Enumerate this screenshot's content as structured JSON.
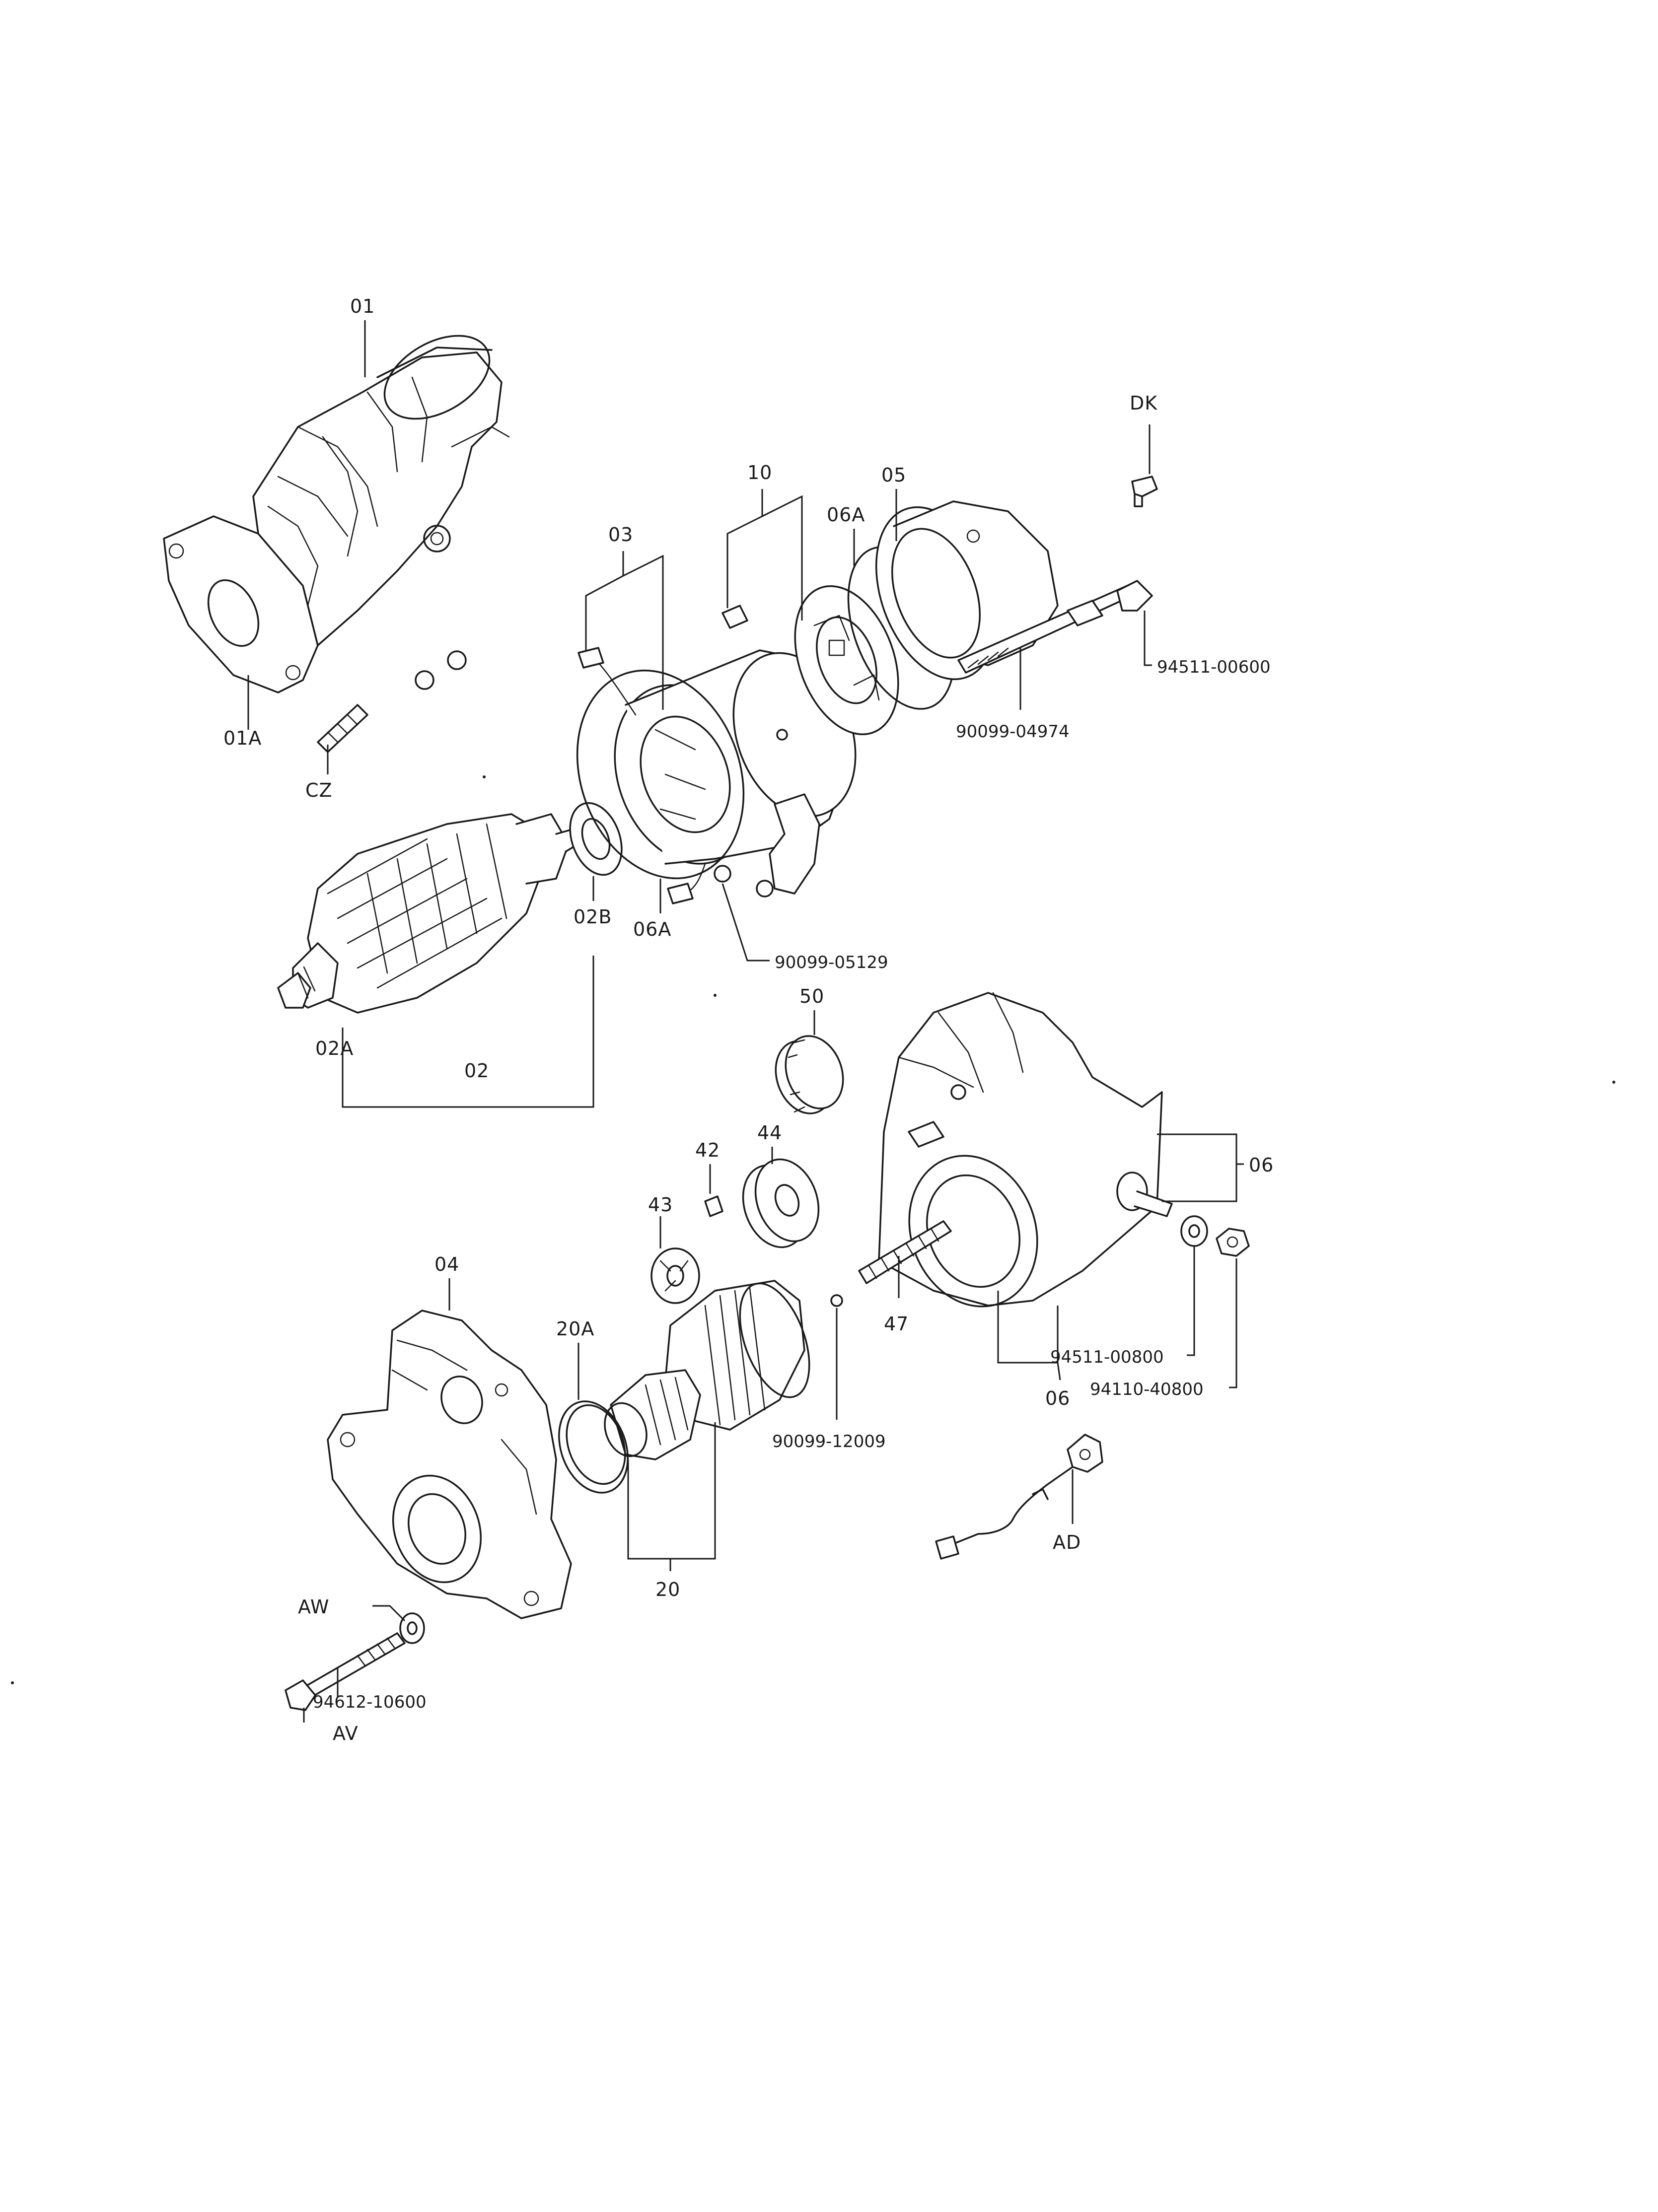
{
  "labels": {
    "l01": "01",
    "l01A": "01A",
    "lCZ": "CZ",
    "l02": "02",
    "l02A": "02A",
    "l02B": "02B",
    "l03": "03",
    "l04": "04",
    "l05": "05",
    "l06": "06",
    "l06b": "06",
    "l06A_top": "06A",
    "l06A_bot": "06A",
    "l10": "10",
    "l20": "20",
    "l20A": "20A",
    "l42": "42",
    "l43": "43",
    "l44": "44",
    "l47": "47",
    "l50": "50",
    "lAD": "AD",
    "lAV": "AV",
    "lAW": "AW",
    "lDK": "DK",
    "p9451100600": "94511-00600",
    "p9009904974": "90099-04974",
    "p9009905129": "90099-05129",
    "p9009912009": "90099-12009",
    "p9451100800": "94511-00800",
    "p9411040800": "94110-40800",
    "p9461210600": "94612-10600"
  }
}
